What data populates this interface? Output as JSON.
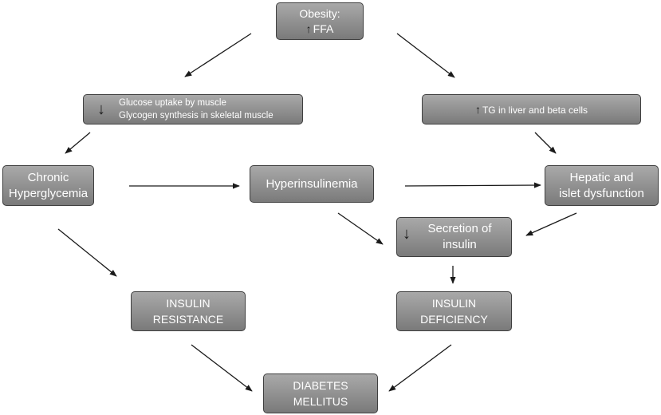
{
  "nodes": {
    "obesity": {
      "line1": "Obesity:",
      "line2": "FFA"
    },
    "glucose": {
      "line1": "Glucose uptake by muscle",
      "line2": "Glycogen synthesis in skeletal muscle"
    },
    "tg": {
      "text": "TG in liver and beta cells"
    },
    "chronic": {
      "line1": "Chronic",
      "line2": "Hyperglycemia"
    },
    "hyper": {
      "text": "Hyperinsulinemia"
    },
    "hepatic": {
      "line1": "Hepatic and",
      "line2": "islet dysfunction"
    },
    "secretion": {
      "line1": "Secretion of",
      "line2": "insulin"
    },
    "resistance": {
      "line1": "INSULIN",
      "line2": "RESISTANCE"
    },
    "deficiency": {
      "line1": "INSULIN",
      "line2": "DEFICIENCY"
    },
    "diabetes": {
      "line1": "DIABETES",
      "line2": "MELLITUS"
    }
  },
  "colors": {
    "box_fill": "#939393",
    "box_border": "#3f3f3f",
    "text": "#ffffff",
    "arrow": "#1a1a1a"
  },
  "edges": [
    [
      "obesity",
      "glucose"
    ],
    [
      "obesity",
      "tg"
    ],
    [
      "glucose",
      "chronic"
    ],
    [
      "tg",
      "hepatic"
    ],
    [
      "chronic",
      "hyper"
    ],
    [
      "hyper",
      "hepatic"
    ],
    [
      "chronic",
      "resistance"
    ],
    [
      "hyper",
      "secretion"
    ],
    [
      "hepatic",
      "secretion"
    ],
    [
      "secretion",
      "deficiency"
    ],
    [
      "resistance",
      "diabetes"
    ],
    [
      "deficiency",
      "diabetes"
    ]
  ]
}
